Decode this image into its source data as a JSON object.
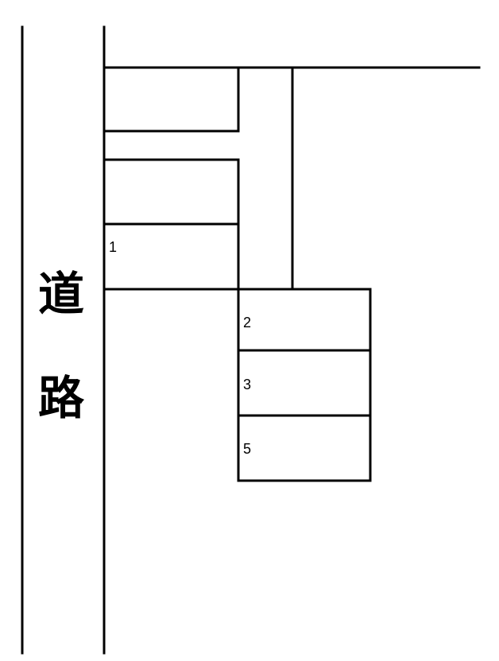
{
  "road": {
    "label_top": "道",
    "label_bottom": "路"
  },
  "lots": [
    {
      "id": "lot-1",
      "number": "1"
    },
    {
      "id": "lot-2",
      "number": "2"
    },
    {
      "id": "lot-3",
      "number": "3"
    },
    {
      "id": "lot-5",
      "number": "5"
    }
  ]
}
